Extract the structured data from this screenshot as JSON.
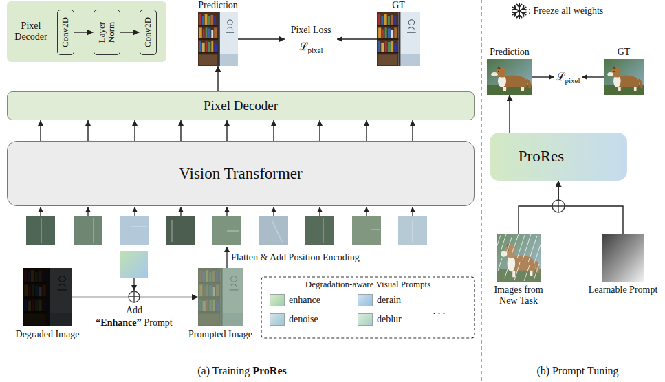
{
  "diagram": {
    "nodes": [
      {
        "text": [
          "Pixel Decoder"
        ]
      },
      {
        "text": [
          "Conv2D"
        ],
        "in": 0
      },
      {
        "text": [
          "Layer Norm"
        ],
        "in": 0
      },
      {
        "text": [
          "Conv2D"
        ],
        "in": 0
      },
      {
        "text": [
          "Prediction"
        ]
      },
      {
        "text": [
          "GT"
        ]
      },
      {
        "text": [
          "Pixel Decoder"
        ]
      },
      {
        "text": [
          "Vision Transformer"
        ]
      },
      {
        "text": [
          "Degraded Image"
        ]
      },
      {
        "text": [
          "Prompted Image"
        ]
      },
      {
        "text": [
          "Prediction"
        ]
      },
      {
        "text": [
          "GT"
        ]
      },
      {
        "text": [
          "ProRes"
        ]
      },
      {
        "text": [
          "Images from New Task"
        ]
      },
      {
        "text": [
          "Learnable Prompt"
        ]
      }
    ],
    "edges": [
      {
        "from": 1,
        "to": 2,
        "arrow": "to"
      },
      {
        "from": 2,
        "to": 3,
        "arrow": "to"
      },
      {
        "from": 6,
        "to": 4,
        "arrow": "to"
      },
      {
        "from": 7,
        "to": 6,
        "arrow": "to"
      },
      {
        "from": 7,
        "to": 6,
        "arrow": "to"
      },
      {
        "from": 7,
        "to": 6,
        "arrow": "to"
      },
      {
        "from": 7,
        "to": 6,
        "arrow": "to"
      },
      {
        "from": 7,
        "to": 6,
        "arrow": "to"
      },
      {
        "from": 7,
        "to": 6,
        "arrow": "to"
      },
      {
        "from": 7,
        "to": 6,
        "arrow": "to"
      },
      {
        "from": 7,
        "to": 6,
        "arrow": "to"
      },
      {
        "from": 7,
        "to": 6,
        "arrow": "to"
      },
      {
        "from": 8,
        "to": 9,
        "label": "Add",
        "arrow": "to"
      },
      {
        "from": 12,
        "to": 10,
        "arrow": "to"
      },
      {
        "from": 13,
        "to": 12,
        "arrow": "to"
      },
      {
        "from": 14,
        "to": 12,
        "arrow": "to"
      }
    ],
    "labels": [
      "Pixel Loss",
      "ℒ",
      "pixel",
      "“Enhance”",
      "Prompt",
      "Flatten & Add Position Encoding",
      "Degradation-aware Visual Prompts",
      "...",
      "(a) Training",
      "ProRes",
      "ℒ",
      "pixel",
      "(b) Prompt Tuning"
    ],
    "legend": [
      {
        "text": "enhance",
        "color": "#b5dbb0"
      },
      {
        "text": "derain",
        "color": "#a9cbe6"
      },
      {
        "text": "denoise",
        "color": "#b2d0dc"
      },
      {
        "text": "deblur",
        "color": "#bcdcc8"
      },
      {
        "text": ": Freeze all weights"
      }
    ]
  }
}
